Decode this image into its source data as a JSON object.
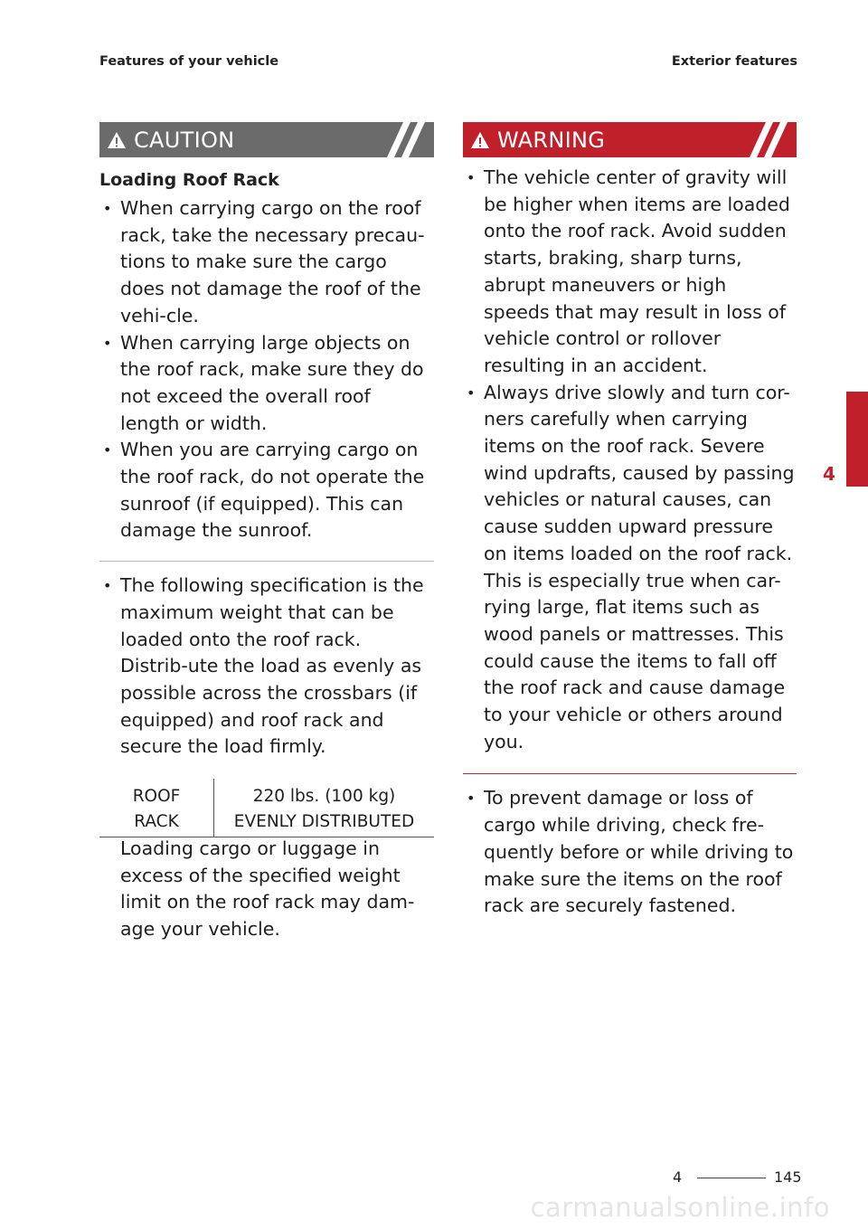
{
  "header": {
    "left": "Features of your vehicle",
    "right": "Exterior features"
  },
  "caution": {
    "title": "CAUTION",
    "subheading": "Loading Roof Rack",
    "items": [
      "When carrying cargo on the roof rack, take the necessary precau-tions to make sure the cargo does not damage the roof of the vehi-cle.",
      "When carrying large objects on the roof rack, make sure they do not exceed the overall roof length or width.",
      "When you are carrying cargo on the roof rack, do not operate the sunroof (if equipped). This can damage the sunroof."
    ],
    "spec_item": "The following specification is the maximum weight that can be loaded onto the roof rack. Distrib-ute the load as evenly as possible across the crossbars (if equipped) and roof rack and secure the load firmly.",
    "spec_table": {
      "label_line1": "ROOF",
      "label_line2": "RACK",
      "value_line1": "220 lbs. (100 kg)",
      "value_line2": "EVENLY DISTRIBUTED"
    },
    "after_table": "Loading cargo or luggage in excess of the specified weight limit on the roof rack may dam-age your vehicle."
  },
  "warning": {
    "title": "WARNING",
    "items": [
      "The vehicle center of gravity will be higher when items are loaded onto the roof rack. Avoid sudden starts, braking, sharp turns, abrupt maneuvers or high speeds that may result in loss of vehicle control or rollover resulting in an accident.",
      "Always drive slowly and turn cor-ners carefully when carrying items on the roof rack. Severe wind updrafts, caused by passing vehicles or natural causes, can cause sudden upward pressure on items loaded on the roof rack. This is especially true when car-rying large, flat items such as wood panels or mattresses. This could cause the items to fall off the roof rack and cause damage to your vehicle or others around you."
    ],
    "after_item": "To prevent damage or loss of cargo while driving, check fre-quently before or while driving to make sure the items on the roof rack are securely fastened."
  },
  "side_tab": {
    "number": "4"
  },
  "footer": {
    "chapter": "4",
    "page": "145"
  },
  "watermark": "carmanualsonline.info",
  "colors": {
    "caution": "#6b6b6b",
    "warning": "#c0202a"
  },
  "icons": {
    "banner_icon": "warning-triangle-icon"
  },
  "bullet": "•"
}
